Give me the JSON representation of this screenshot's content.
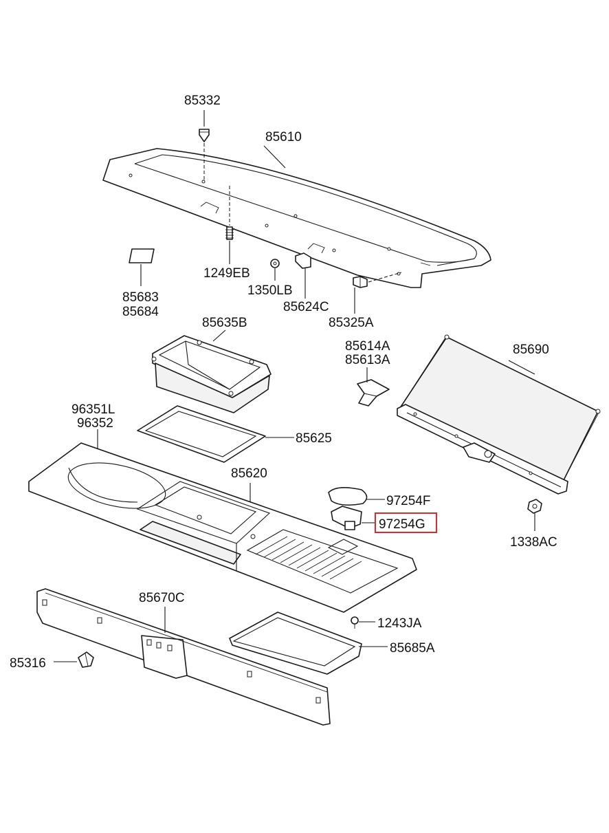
{
  "labels": {
    "p85332": "85332",
    "p85610": "85610",
    "p1249EB": "1249EB",
    "p1350LB": "1350LB",
    "p85624C": "85624C",
    "p85325A": "85325A",
    "p85683": "85683",
    "p85684": "85684",
    "p85635B": "85635B",
    "p85614A": "85614A",
    "p85613A": "85613A",
    "p85690": "85690",
    "p96351L": "96351L",
    "p96352": "96352",
    "p85625": "85625",
    "p85620": "85620",
    "p97254F": "97254F",
    "p97254G": "97254G",
    "p1338AC": "1338AC",
    "p85670C": "85670C",
    "p1243JA": "1243JA",
    "p85685A": "85685A",
    "p85316": "85316"
  },
  "highlight": {
    "part": "97254G",
    "color": "#e0282a"
  }
}
